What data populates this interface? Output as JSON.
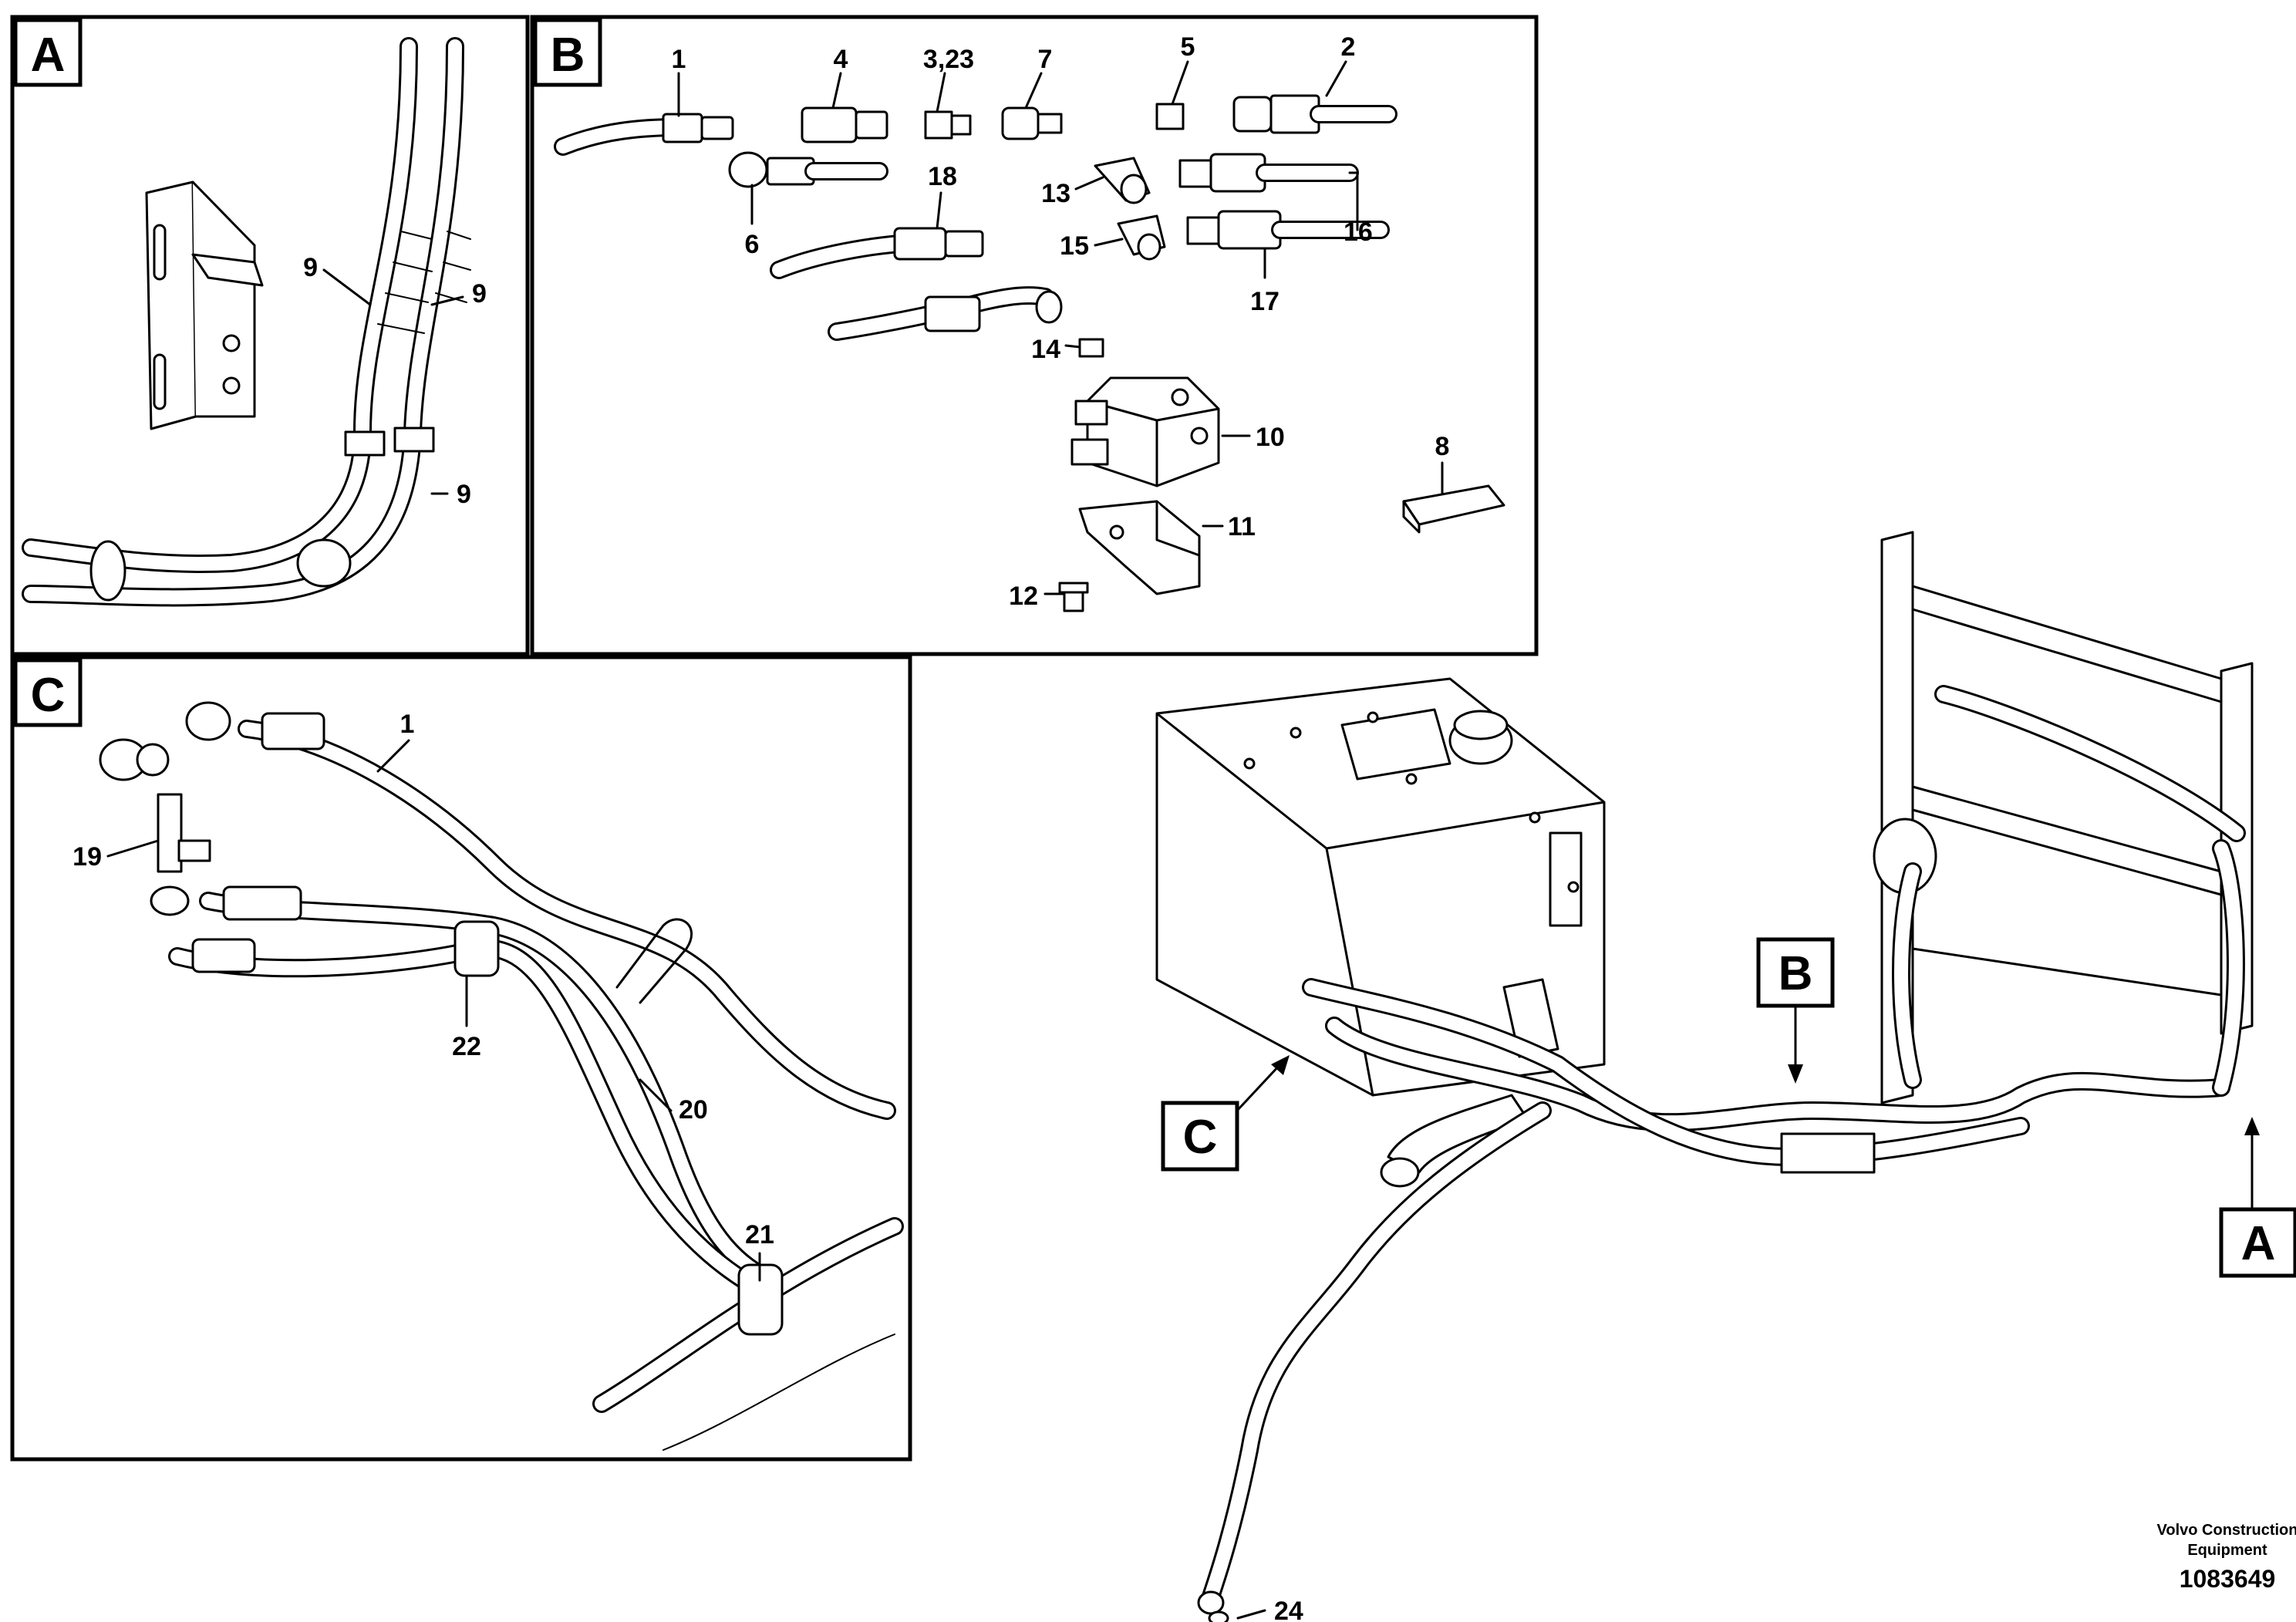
{
  "panels": {
    "a": {
      "label": "A"
    },
    "b": {
      "label": "B"
    },
    "c": {
      "label": "C"
    }
  },
  "callouts": {
    "a": [
      "9",
      "9",
      "9"
    ],
    "b": [
      "1",
      "4",
      "3,23",
      "7",
      "5",
      "2",
      "6",
      "18",
      "13",
      "15",
      "16",
      "17",
      "14",
      "10",
      "8",
      "11",
      "12"
    ],
    "c": [
      "1",
      "19",
      "22",
      "20",
      "21"
    ],
    "main": [
      "24"
    ]
  },
  "pointers": {
    "a": "A",
    "b": "B",
    "c": "C"
  },
  "footer": {
    "brand_line1": "Volvo Construction",
    "brand_line2": "Equipment",
    "doc_number": "1083649"
  }
}
